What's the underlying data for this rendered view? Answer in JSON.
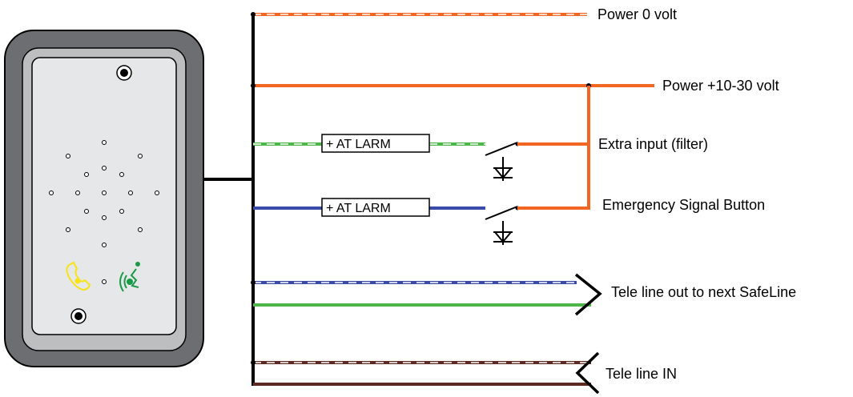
{
  "colors": {
    "power": "#f26522",
    "green": "#4cb648",
    "blue": "#3a4aa8",
    "brown": "#5c2a22",
    "bus": "#000000",
    "panel_outer": "#6d6e71",
    "panel_mid": "#bcbec0",
    "panel_inner": "#e6e7e8",
    "yellow_icon": "#f7e317",
    "green_icon": "#1a9a48"
  },
  "labels": {
    "power_0": "Power 0 volt",
    "power_pos": "Power  +10-30 volt",
    "extra_input": "Extra input (filter)",
    "emergency": "Emergency Signal Button",
    "tele_out": "Tele line out to next SafeLine",
    "tele_in": "Tele line IN"
  },
  "boxes": {
    "alarm_1": "+ AT LARM",
    "alarm_2": "+ AT LARM"
  },
  "icons": {
    "handset": "phone-handset-icon",
    "speech": "speaking-head-icon",
    "screw": "screw-icon",
    "diode": "diode-icon",
    "switch": "switch-icon",
    "arrow": "chevron-arrow-icon"
  }
}
